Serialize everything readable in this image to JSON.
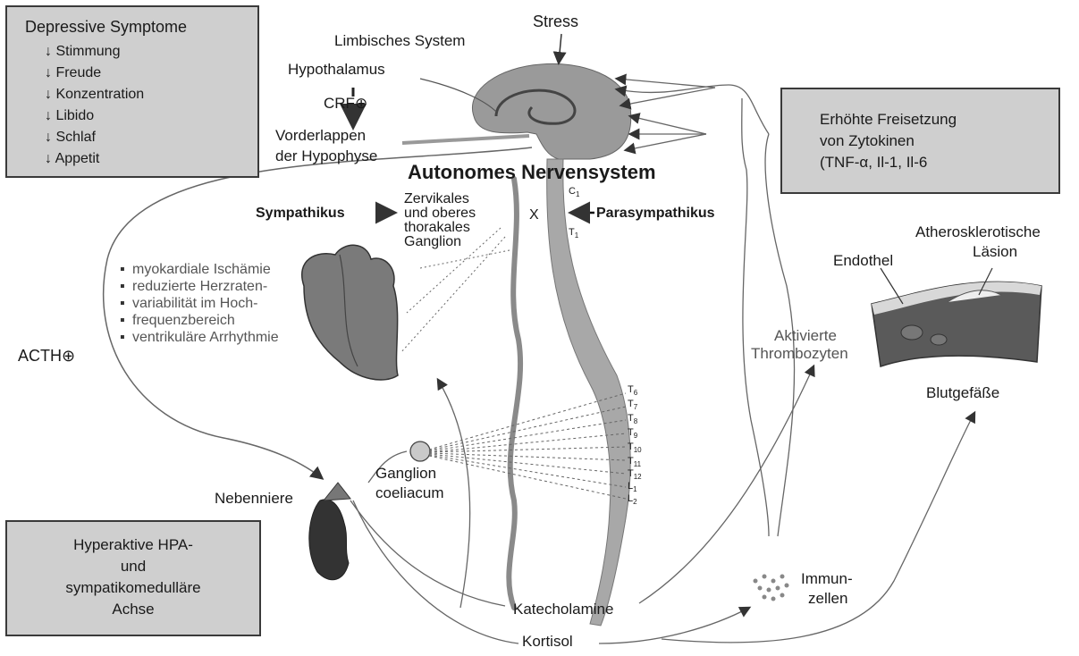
{
  "boxes": {
    "depressive": {
      "title": "Depressive Symptome",
      "items": [
        "↓ Stimmung",
        "↓ Freude",
        "↓ Konzentration",
        "↓ Libido",
        "↓ Schlaf",
        "↓ Appetit"
      ]
    },
    "cytokines": {
      "lines": [
        "Erhöhte Freisetzung",
        "von Zytokinen",
        "(TNF-α, Il-1, Il-6"
      ]
    },
    "hpa": {
      "lines": [
        "Hyperaktive HPA-",
        "und",
        "sympatikomedulläre",
        "Achse"
      ]
    }
  },
  "labels": {
    "stress": "Stress",
    "limbic": "Limbisches System",
    "hypothalamus": "Hypothalamus",
    "crf": "CRF",
    "pituitary_1": "Vorderlappen",
    "pituitary_2": "der Hypophyse",
    "ans_title": "Autonomes Nervensystem",
    "sympathikus": "Sympathikus",
    "parasympathikus": "Parasympathikus",
    "ganglion_lines": [
      "Zervikales",
      "und oberes",
      "thorakales",
      "Ganglion"
    ],
    "x_mark": "X",
    "acth": "ACTH",
    "cardiac_effects": [
      "myokardiale Ischämie",
      "reduzierte Herzraten-",
      "variabilität im Hoch-",
      "frequenzbereich",
      "ventrikuläre Arrhythmie"
    ],
    "endothel": "Endothel",
    "athero_1": "Atherosklerotische",
    "athero_2": "Läsion",
    "thrombo_1": "Aktivierte",
    "thrombo_2": "Thrombozyten",
    "vessels": "Blutgefäße",
    "adrenal": "Nebenniere",
    "celiac_1": "Ganglion",
    "celiac_2": "coeliacum",
    "immune_1": "Immun-",
    "immune_2": "zellen",
    "catecholamines": "Katecholamine",
    "cortisol": "Kortisol"
  },
  "segments": {
    "cervical": [
      {
        "l": "C",
        "n": "1"
      },
      {
        "l": "T",
        "n": "1"
      }
    ],
    "thoracolumbar": [
      {
        "l": "T",
        "n": "6"
      },
      {
        "l": "T",
        "n": "7"
      },
      {
        "l": "T",
        "n": "8"
      },
      {
        "l": "T",
        "n": "9"
      },
      {
        "l": "T",
        "n": "10"
      },
      {
        "l": "T",
        "n": "11"
      },
      {
        "l": "T",
        "n": "12"
      },
      {
        "l": "L",
        "n": "1"
      },
      {
        "l": "L",
        "n": "2"
      }
    ]
  },
  "colors": {
    "box_fill": "#cfcfcf",
    "brain": "#9a9a9a",
    "cord": "#a8a8a8",
    "line": "#555555"
  }
}
